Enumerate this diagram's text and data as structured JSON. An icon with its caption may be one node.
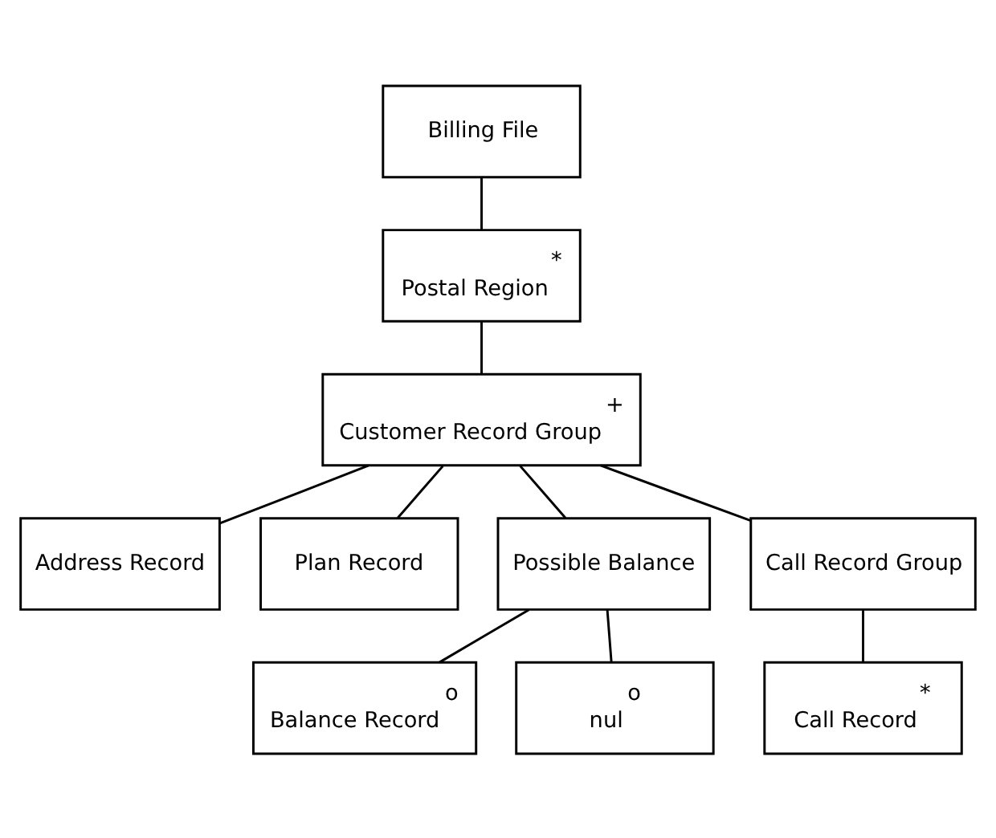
{
  "diagram": {
    "nodes": [
      {
        "text": [
          "Billing File"
        ]
      },
      {
        "text": [
          "Postal Region",
          "*"
        ]
      },
      {
        "text": [
          "Customer Record Group",
          "+"
        ]
      },
      {
        "text": [
          "Address Record"
        ]
      },
      {
        "text": [
          "Plan Record"
        ]
      },
      {
        "text": [
          "Possible Balance"
        ]
      },
      {
        "text": [
          "Call Record Group"
        ]
      },
      {
        "text": [
          "Balance Record",
          "o"
        ]
      },
      {
        "text": [
          "nul",
          "o"
        ]
      },
      {
        "text": [
          "Call Record",
          "*"
        ]
      }
    ],
    "edges": [
      {
        "from": 0,
        "to": 1,
        "arrow": "none"
      },
      {
        "from": 1,
        "to": 2,
        "arrow": "none"
      },
      {
        "from": 2,
        "to": 3,
        "arrow": "none"
      },
      {
        "from": 2,
        "to": 4,
        "arrow": "none"
      },
      {
        "from": 2,
        "to": 5,
        "arrow": "none"
      },
      {
        "from": 2,
        "to": 6,
        "arrow": "none"
      },
      {
        "from": 5,
        "to": 7,
        "arrow": "none"
      },
      {
        "from": 5,
        "to": 8,
        "arrow": "none"
      },
      {
        "from": 6,
        "to": 9,
        "arrow": "none"
      }
    ]
  }
}
